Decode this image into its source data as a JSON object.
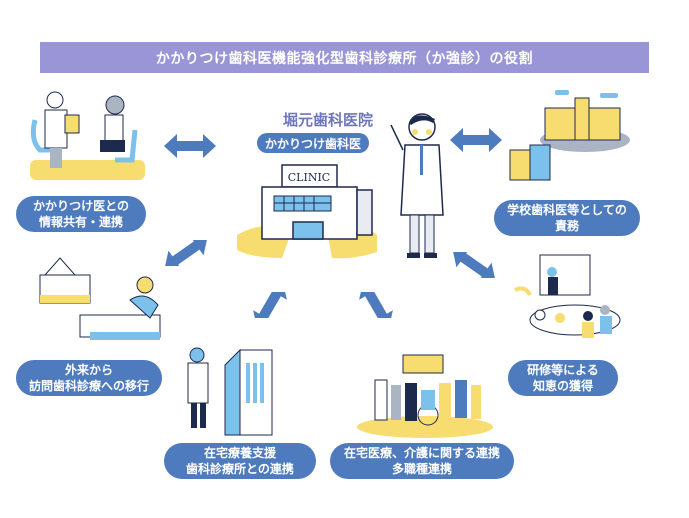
{
  "title": "かかりつけ歯科医機能強化型歯科診療所（か強診）の役割",
  "center": {
    "clinic_name": "堀元歯科医院",
    "role_label": "かかりつけ歯科医",
    "building_sign": "CLINIC"
  },
  "roles": [
    {
      "id": "physician",
      "lines": [
        "かかりつけ医との",
        "情報共有・連携"
      ]
    },
    {
      "id": "school",
      "lines": [
        "学校歯科医等としての",
        "責務"
      ]
    },
    {
      "id": "home-visit",
      "lines": [
        "外来から",
        "訪問歯科診療への移行"
      ]
    },
    {
      "id": "training",
      "lines": [
        "研修等による",
        "知恵の獲得"
      ]
    },
    {
      "id": "home-care-support",
      "lines": [
        "在宅療養支援",
        "歯科診療所との連携"
      ]
    },
    {
      "id": "multi-profession",
      "lines": [
        "在宅医療、介護に関する連携",
        "多職種連携"
      ]
    }
  ],
  "colors": {
    "title_bg": "#9995d6",
    "pill_bg": "#4e7bbd",
    "arrow": "#4e7bbd",
    "clinic_name": "#6f77b8",
    "accent_yellow": "#f7dc6f",
    "accent_blue": "#7cc0ec"
  }
}
